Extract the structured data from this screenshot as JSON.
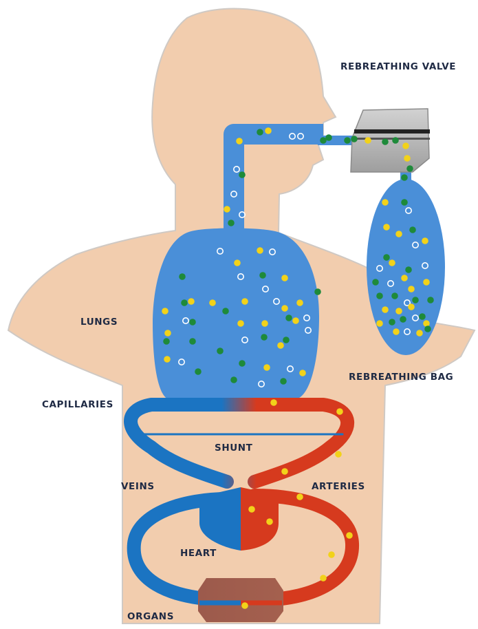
{
  "labels": {
    "rebreathing_valve": "REBREATHING VALVE",
    "lungs": "LUNGS",
    "rebreathing_bag": "REBREATHING BAG",
    "capillaries": "CAPILLARIES",
    "shunt": "SHUNT",
    "veins": "VEINS",
    "arteries": "ARTERIES",
    "heart": "HEART",
    "organs": "ORGANS"
  },
  "colors": {
    "skin": "#f2cdae",
    "skin_outline": "#c8c8c8",
    "air_blue": "#4a8fd8",
    "vein_blue": "#1b74c2",
    "artery_red": "#d63a1e",
    "organ_brown": "#9c5a4c",
    "valve_gray": "#b7b7b7",
    "label_navy": "#1f2a44",
    "molecule_green": "#1e8a3a",
    "molecule_yellow": "#f2d21a",
    "molecule_white": "#ffffff"
  },
  "molecule_legend_note": ""
}
